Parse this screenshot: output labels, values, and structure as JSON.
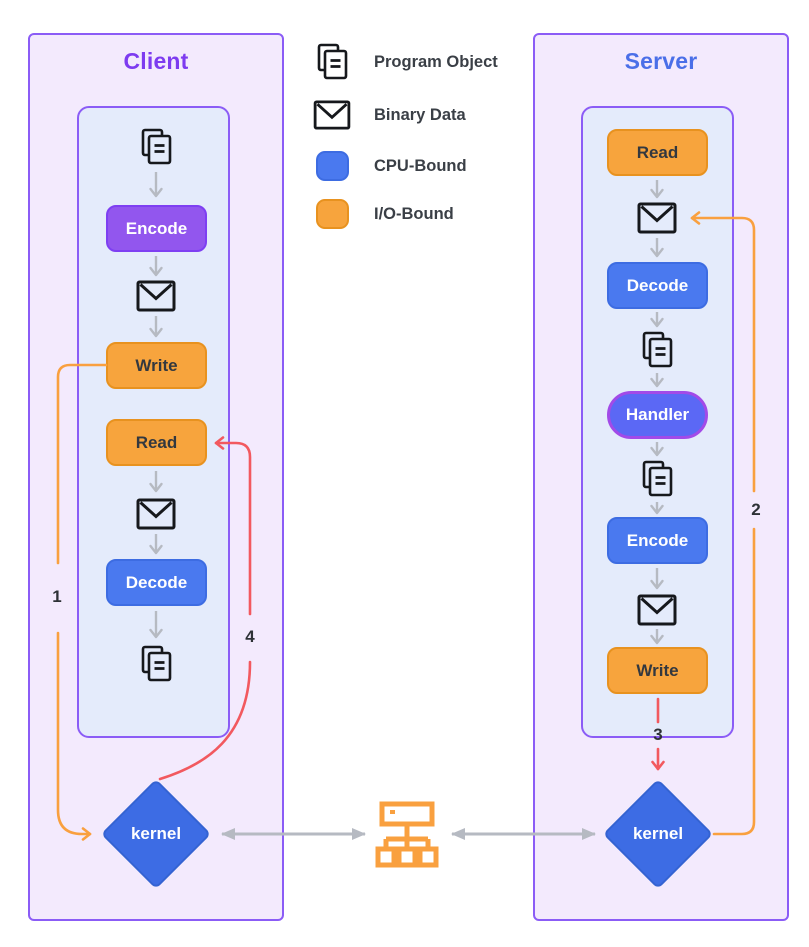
{
  "client": {
    "title": "Client",
    "nodes": {
      "encode": "Encode",
      "write": "Write",
      "read": "Read",
      "decode": "Decode",
      "kernel": "kernel"
    },
    "flow_sequence": [
      "Program Object",
      "Encode",
      "Binary Data",
      "Write",
      "Read",
      "Binary Data",
      "Decode",
      "Program Object",
      "kernel"
    ]
  },
  "server": {
    "title": "Server",
    "nodes": {
      "read": "Read",
      "decode": "Decode",
      "handler": "Handler",
      "encode": "Encode",
      "write": "Write",
      "kernel": "kernel"
    },
    "flow_sequence": [
      "Read",
      "Binary Data",
      "Decode",
      "Program Object",
      "Handler",
      "Program Object",
      "Encode",
      "Binary Data",
      "Write",
      "kernel"
    ]
  },
  "legend": {
    "program_object": "Program Object",
    "binary_data": "Binary Data",
    "cpu_bound": "CPU-Bound",
    "io_bound": "I/O-Bound"
  },
  "steps": {
    "s1": "1",
    "s2": "2",
    "s3": "3",
    "s4": "4"
  },
  "colors": {
    "panel_border_purple": "#8b5cf6",
    "panel_bg": "#f3eafd",
    "inner_panel_bg": "#e4ebfb",
    "client_title": "#7d3bf0",
    "server_title": "#4a6fe8",
    "cpu_bound_blue": "#4a79ef",
    "io_bound_orange": "#f7a43d",
    "encode_purple": "#9256ee",
    "handler_fill": "#5b68f5",
    "handler_border": "#a24ae8",
    "kernel_blue": "#3d6ce4",
    "flow_arrow_gray": "#b6bac2",
    "io_line_orange": "#f9a03f",
    "cpu_line_red": "#f2595f"
  }
}
